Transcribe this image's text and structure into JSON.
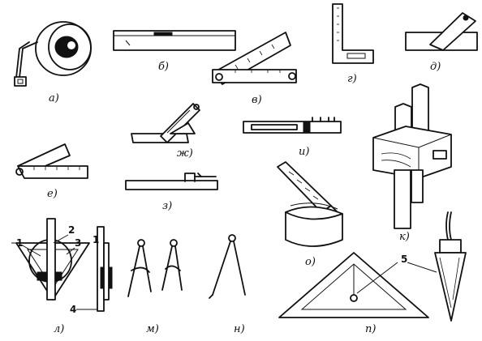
{
  "figure": {
    "labels": {
      "a": "а)",
      "b": "б)",
      "v": "в)",
      "g": "г)",
      "d": "д)",
      "e": "е)",
      "zh": "ж)",
      "z": "з)",
      "i": "и)",
      "k": "к)",
      "l": "л)",
      "m": "м)",
      "n": "н)",
      "o": "о)",
      "p": "п)"
    },
    "callouts": {
      "n1a": "1",
      "n2": "2",
      "n3": "3",
      "n1b": "1",
      "n4": "4",
      "n5": "5"
    }
  }
}
